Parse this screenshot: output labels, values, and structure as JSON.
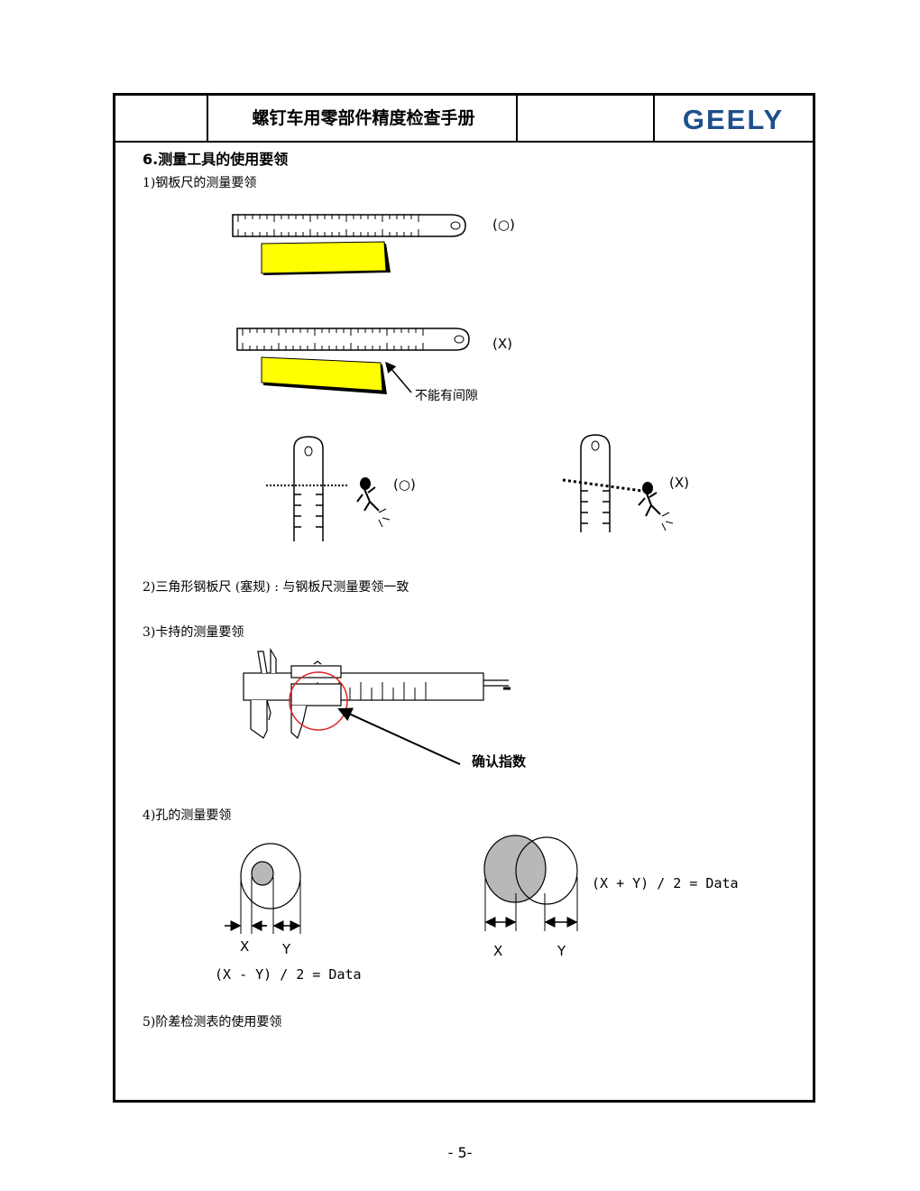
{
  "header": {
    "title": "螺钉车用零部件精度检查手册",
    "logo_text": "GEELY",
    "logo_color": "#1e4f8c"
  },
  "section": {
    "title": "6.测量工具的使用要领",
    "items": [
      {
        "label": "1)钢板尺的测量要领"
      },
      {
        "label": "2)三角形钢板尺 (塞规) : 与钢板尺测量要领一致"
      },
      {
        "label": "3)卡持的测量要领"
      },
      {
        "label": "4)孔的测量要领"
      },
      {
        "label": "5)阶差检测表的使用要领"
      }
    ]
  },
  "ruler_figures": {
    "correct_mark": "(○)",
    "wrong_mark": "(X)",
    "gap_note": "不能有间隙",
    "highlight_color": "#ffff00"
  },
  "eye_figures": {
    "correct_mark": "(○)",
    "wrong_mark": "(X)"
  },
  "caliper": {
    "note": "确认指数",
    "circle_color": "#e02020"
  },
  "holes": {
    "left": {
      "x_label": "X",
      "y_label": "Y",
      "formula": "(X - Y) / 2 = Data"
    },
    "right": {
      "x_label": "X",
      "y_label": "Y",
      "formula": "(X + Y) / 2 = Data"
    }
  },
  "footer": {
    "page": "- 5-"
  }
}
